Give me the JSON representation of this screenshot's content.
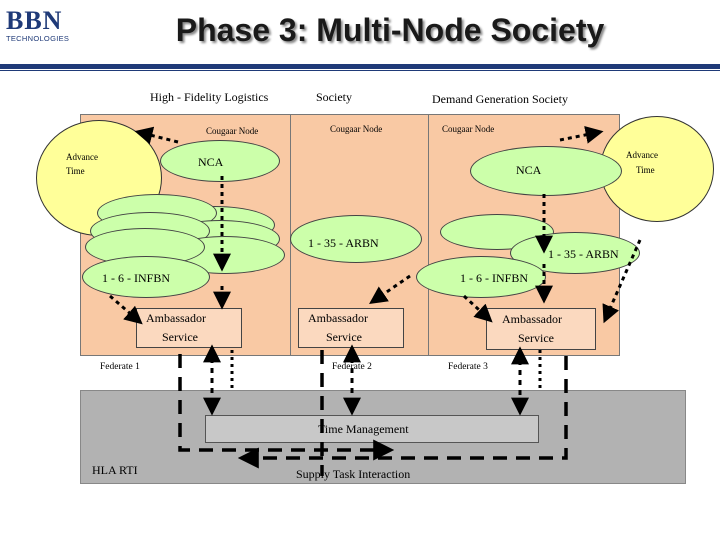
{
  "slide": {
    "title": "Phase 3: Multi-Node Society",
    "logo_main": "BBN",
    "logo_sub": "TECHNOLOGIES"
  },
  "societies": {
    "left_title": "High  - Fidelity Logistics",
    "middle_title": "Society",
    "right_title": "Demand Generation Society"
  },
  "nodes": {
    "cougaar_left": "Cougaar Node",
    "cougaar_middle": "Cougaar Node",
    "cougaar_right": "Cougaar Node",
    "nca_left": "NCA",
    "nca_right": "NCA",
    "arbn_middle": "1 - 35 - ARBN",
    "arbn_right": "1 - 35 - ARBN",
    "infbn_left": "1 - 6 - INFBN",
    "infbn_middle": "1 - 6 - INFBN"
  },
  "advance_time": {
    "left_line1": "Advance",
    "left_line2": "Time",
    "right_line1": "Advance",
    "right_line2": "Time"
  },
  "ambassadors": {
    "left_line1": "Ambassador",
    "left_line2": "Service",
    "middle_line1": "Ambassador",
    "middle_line2": "Service",
    "right_line1": "Ambassador",
    "right_line2": "Service"
  },
  "federates": {
    "f1": "Federate 1",
    "f2": "Federate 2",
    "f3": "Federate 3"
  },
  "rti": {
    "label": "HLA RTI",
    "time_management": "Time Management",
    "supply_task": "Supply Task Interaction"
  },
  "colors": {
    "panel": "#f9c9a4",
    "ellipse_yellow": "#ffff99",
    "ellipse_green": "#ccffaa",
    "rti_gray": "#b2b2b2",
    "brand_blue": "#1f3a78"
  }
}
